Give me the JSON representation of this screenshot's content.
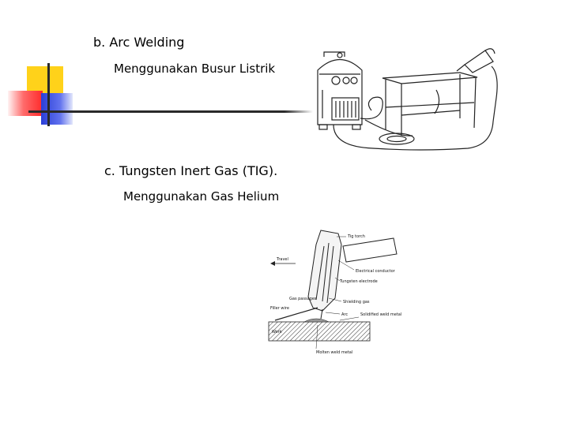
{
  "slide": {
    "items": [
      {
        "heading": "b. Arc Welding",
        "description": "Menggunakan Busur Listrik"
      },
      {
        "heading": "c. Tungsten Inert Gas (TIG).",
        "description": "Menggunakan Gas Helium"
      }
    ]
  },
  "tig_figure": {
    "labels": {
      "tig_torch": "Tig torch",
      "travel": "Travel",
      "electrical_conductor": "Electrical conductor",
      "tungsten_electrode": "Tungsten electrode",
      "gas_passages": "Gas passages",
      "shielding_gas": "Shielding gas",
      "filler_wire": "Filler wire",
      "arc": "Arc",
      "solidified_weld_metal": "Solidified weld metal",
      "work": "Work",
      "molten_weld_metal": "Molten weld metal"
    }
  },
  "colors": {
    "accent_yellow": "#ffd21a",
    "accent_red": "#ff2a2a",
    "accent_blue": "#2b3fd8",
    "rule_line": "#2a2a2a"
  }
}
